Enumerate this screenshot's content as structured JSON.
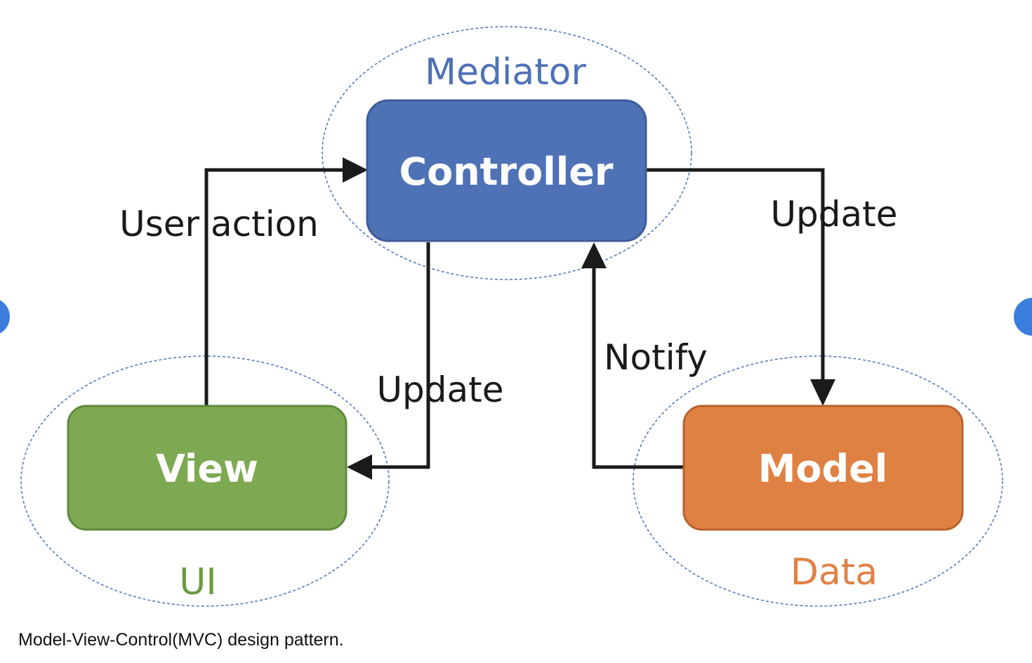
{
  "diagram": {
    "groups": {
      "mediator": "Mediator",
      "ui": "UI",
      "data": "Data"
    },
    "boxes": {
      "controller": "Controller",
      "view": "View",
      "model": "Model"
    },
    "edges": {
      "user_action": "User action",
      "update_to_model": "Update",
      "update_to_view": "Update",
      "notify": "Notify"
    },
    "colors": {
      "controller": "#4f71b5",
      "view": "#7ea953",
      "model": "#e08144",
      "mediator_label": "#4f71b5",
      "ui_label": "#6a9a3f",
      "data_label": "#e08144",
      "dashed_ellipse": "#5a78b8",
      "arrow": "#1a1a1a"
    }
  },
  "caption": "Model-View-Control(MVC) design pattern.",
  "nav": {
    "prev_icon": "chevron-left-icon",
    "next_icon": "chevron-right-icon"
  }
}
